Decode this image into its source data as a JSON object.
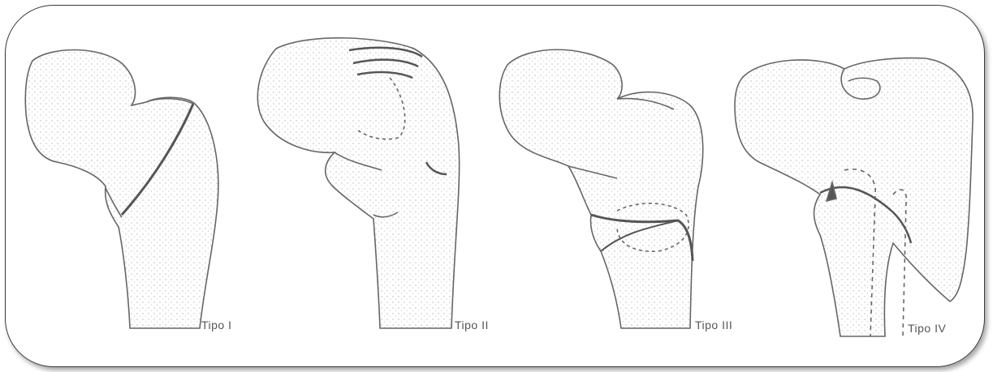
{
  "labels": {
    "type_1": "Tipo I",
    "type_2": "Tipo II",
    "type_3": "Tipo III",
    "type_4": "Tipo IV"
  }
}
